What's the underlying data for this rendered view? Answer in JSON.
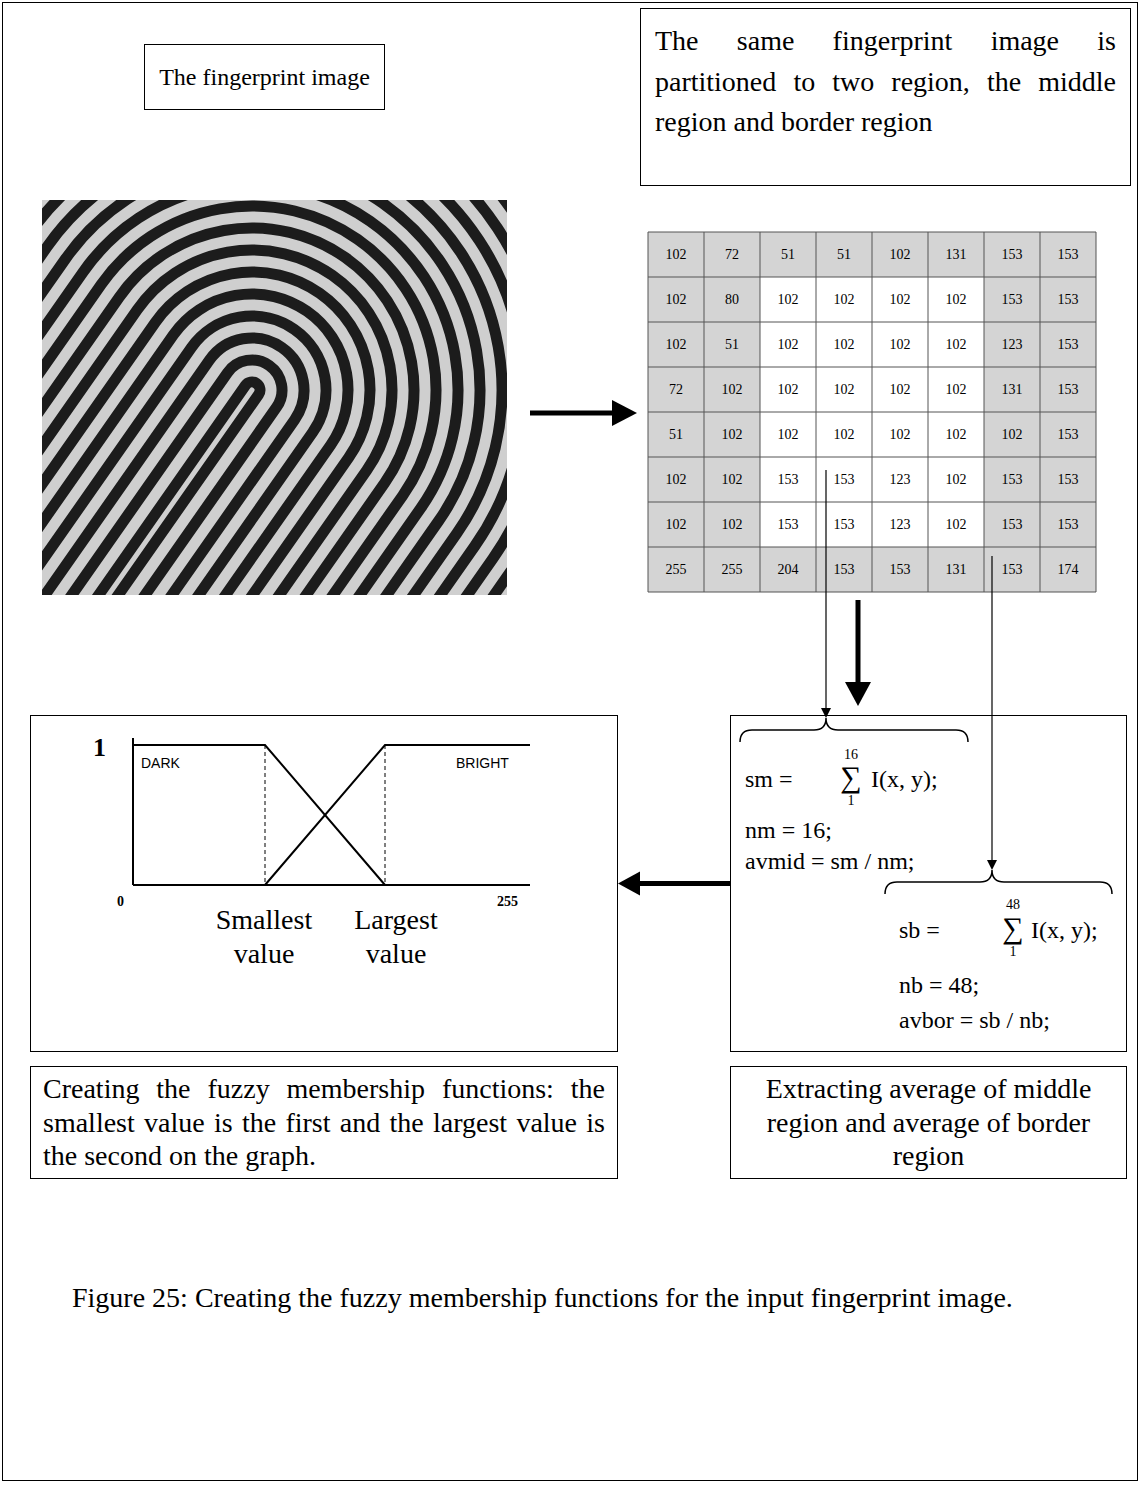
{
  "diagram": {
    "caption": "Figure 25: Creating the fuzzy membership functions for the input fingerprint image.",
    "nodes": [
      {
        "text": [
          "The fingerprint image"
        ]
      },
      {
        "text": [
          "The same fingerprint image is partitioned to two region, the middle region and border region"
        ]
      },
      {
        "text": [
          "1",
          "DARK",
          "BRIGHT",
          "0",
          "255",
          "Smallest value",
          "Largest value"
        ]
      },
      {
        "text": [
          "sm =",
          "16",
          "∑",
          "1",
          "I(x, y);",
          "nm = 16;",
          "avmid = sm / nm;",
          "sb =",
          "48",
          "∑",
          "1",
          "I(x, y);",
          "nb = 48;",
          "avbor = sb / nb;"
        ]
      },
      {
        "text": [
          "Creating the fuzzy membership functions: the smallest value is the first and the largest value is the second on the graph."
        ]
      },
      {
        "text": [
          "Extracting average of middle region and average of border region"
        ]
      }
    ],
    "edges": [
      {
        "from": 3,
        "to": 2,
        "arrow": "to"
      }
    ],
    "labels": [
      "102",
      "72",
      "51",
      "51",
      "102",
      "131",
      "153",
      "153",
      "102",
      "80",
      "102",
      "102",
      "102",
      "102",
      "153",
      "153",
      "102",
      "51",
      "102",
      "102",
      "102",
      "102",
      "123",
      "153",
      "72",
      "102",
      "102",
      "102",
      "102",
      "102",
      "131",
      "153",
      "51",
      "102",
      "102",
      "102",
      "102",
      "102",
      "102",
      "153",
      "102",
      "102",
      "153",
      "153",
      "123",
      "102",
      "153",
      "153",
      "102",
      "102",
      "153",
      "153",
      "123",
      "102",
      "153",
      "153",
      "255",
      "255",
      "204",
      "153",
      "153",
      "131",
      "153",
      "174"
    ]
  }
}
